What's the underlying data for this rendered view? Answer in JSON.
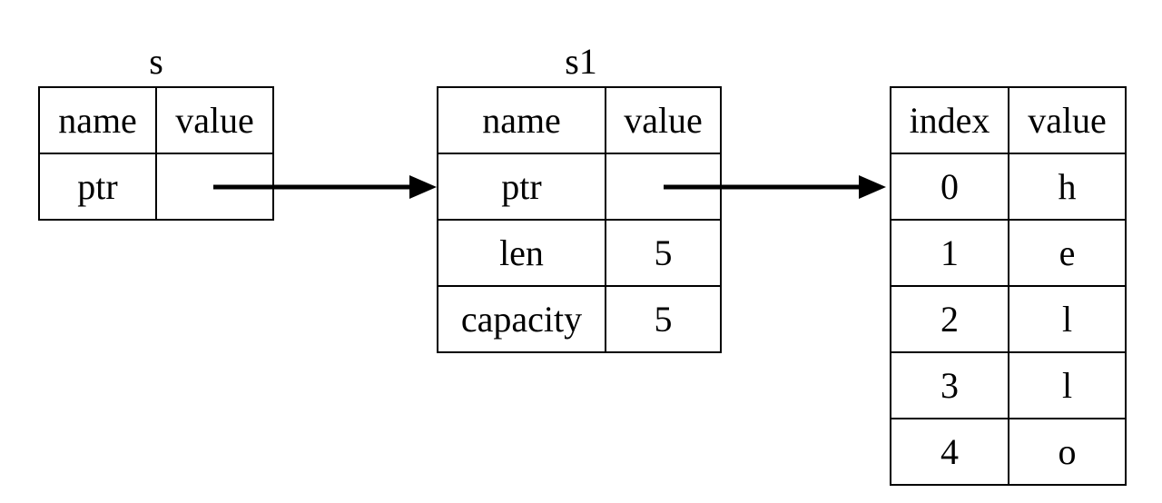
{
  "diagram": {
    "title_s": "s",
    "title_s1": "s1"
  },
  "table_s": {
    "headers": {
      "name": "name",
      "value": "value"
    },
    "rows": [
      {
        "name": "ptr",
        "value": ""
      }
    ]
  },
  "table_s1": {
    "headers": {
      "name": "name",
      "value": "value"
    },
    "rows": [
      {
        "name": "ptr",
        "value": ""
      },
      {
        "name": "len",
        "value": "5"
      },
      {
        "name": "capacity",
        "value": "5"
      }
    ]
  },
  "table_buffer": {
    "headers": {
      "index": "index",
      "value": "value"
    },
    "rows": [
      {
        "index": "0",
        "value": "h"
      },
      {
        "index": "1",
        "value": "e"
      },
      {
        "index": "2",
        "value": "l"
      },
      {
        "index": "3",
        "value": "l"
      },
      {
        "index": "4",
        "value": "o"
      }
    ]
  },
  "arrows": [
    {
      "name": "s-ptr-to-s1",
      "from": "s.ptr.value",
      "to": "s1"
    },
    {
      "name": "s1-ptr-to-buffer",
      "from": "s1.ptr.value",
      "to": "buffer"
    }
  ],
  "colors": {
    "stroke": "#000000",
    "background": "#ffffff",
    "text": "#000000"
  }
}
